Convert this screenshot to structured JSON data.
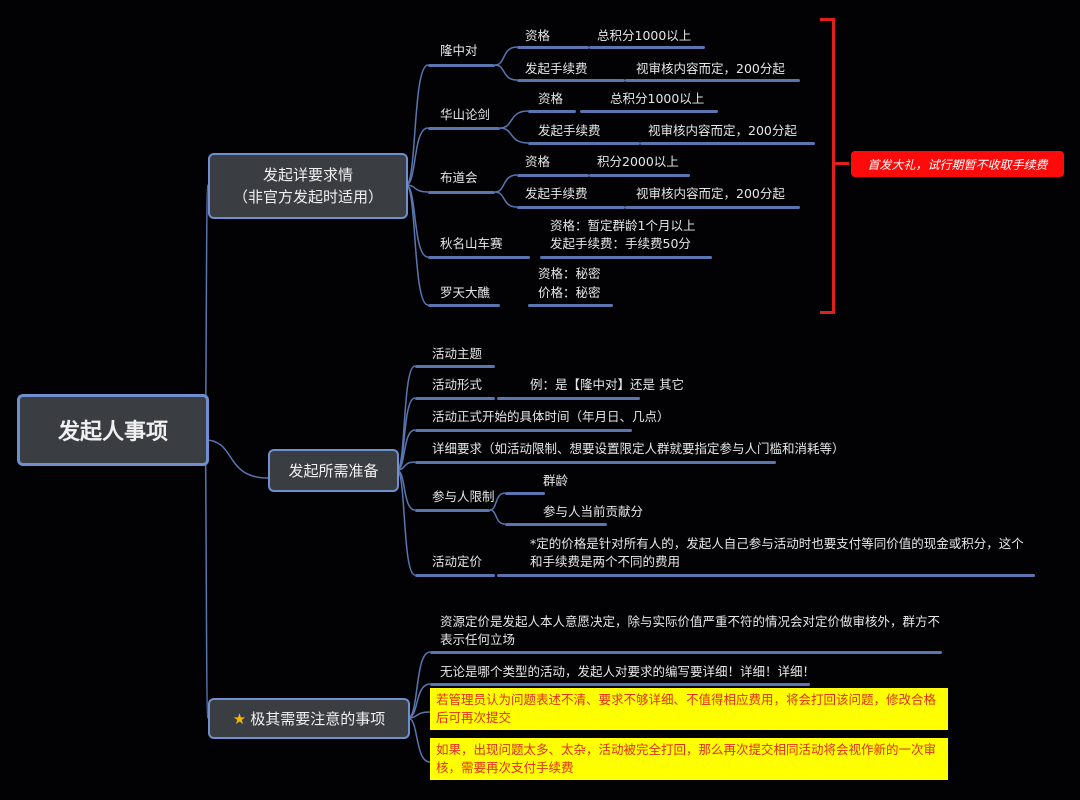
{
  "root": "发起人事项",
  "branch1": {
    "title_line1": "发起详要求情",
    "title_line2": "（非官方发起时适用）",
    "events": [
      {
        "name": "隆中对",
        "qual_label": "资格",
        "qual": "总积分1000以上",
        "fee_label": "发起手续费",
        "fee": "视审核内容而定，200分起"
      },
      {
        "name": "华山论剑",
        "qual_label": "资格",
        "qual": "总积分1000以上",
        "fee_label": "发起手续费",
        "fee": "视审核内容而定，200分起"
      },
      {
        "name": "布道会",
        "qual_label": "资格",
        "qual": "积分2000以上",
        "fee_label": "发起手续费",
        "fee": "视审核内容而定，200分起"
      },
      {
        "name": "秋名山车赛",
        "line1": "资格：暂定群龄1个月以上",
        "line2": "发起手续费：手续费50分"
      },
      {
        "name": "罗天大醮",
        "line1": "资格：秘密",
        "line2": "价格：秘密"
      }
    ],
    "note": "首发大礼，试行期暂不收取手续费",
    "note_color": "#ff0a0a"
  },
  "branch2": {
    "title": "发起所需准备",
    "items": {
      "theme": "活动主题",
      "form": "活动形式",
      "form_example": "例：是【隆中对】还是 其它",
      "time": "活动正式开始的具体时间（年月日、几点）",
      "detail": "详细要求（如活动限制、想要设置限定人群就要指定参与人门槛和消耗等）",
      "limit": "参与人限制",
      "limit_a": "群龄",
      "limit_b": "参与人当前贡献分",
      "price": "活动定价",
      "price_note": "*定的价格是针对所有人的，发起人自己参与活动时也要支付等同价值的现金或积分，这个和手续费是两个不同的费用"
    }
  },
  "branch3": {
    "title": "极其需要注意的事项",
    "items": [
      "资源定价是发起人本人意愿决定，除与实际价值严重不符的情况会对定价做审核外，群方不表示任何立场",
      "无论是哪个类型的活动，发起人对要求的编写要详细！详细！详细！",
      "若管理员认为问题表述不清、要求不够详细、不值得相应费用，将会打回该问题，修改合格后可再次提交",
      "如果，出现问题太多、太杂，活动被完全打回，那么再次提交相同活动将会视作新的一次审核，需要再次支付手续费"
    ],
    "highlight_color": "#ffff00"
  }
}
